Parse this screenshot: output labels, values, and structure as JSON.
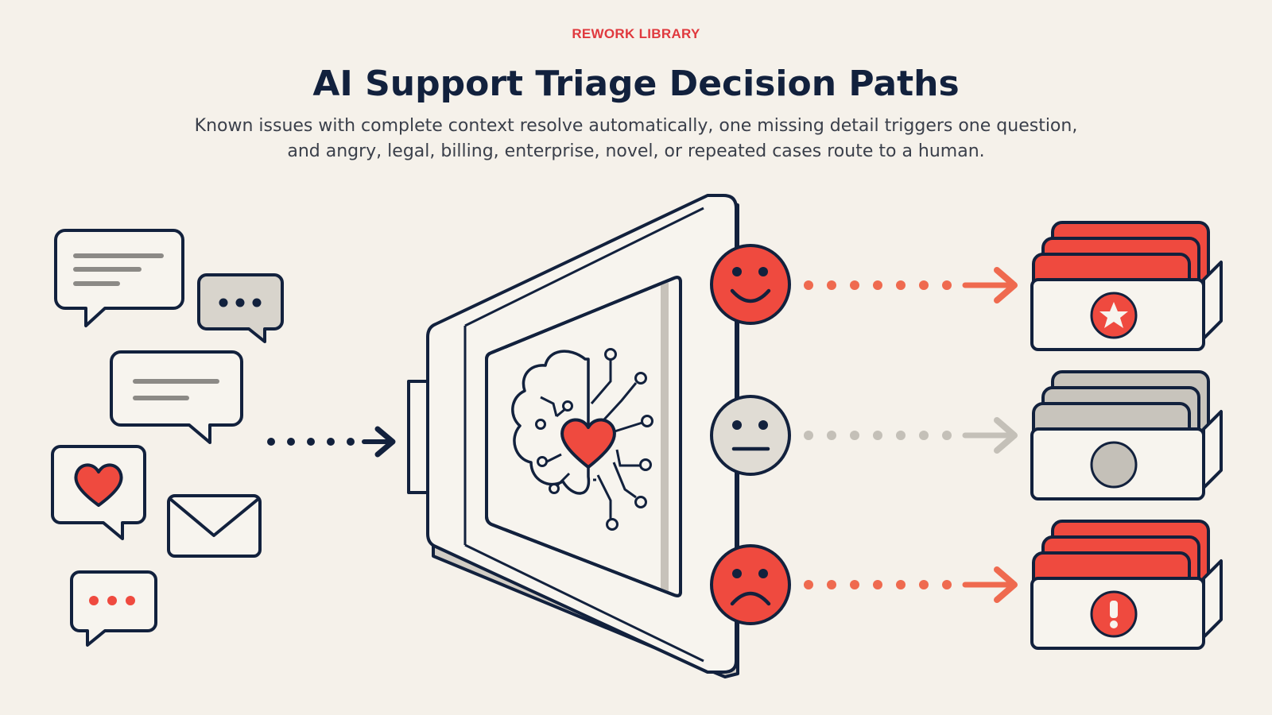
{
  "header": {
    "kicker": "REWORK LIBRARY",
    "title": "AI Support Triage Decision Paths",
    "subtitle_line1": "Known issues with complete context resolve automatically, one missing detail triggers one question,",
    "subtitle_line2": "and angry, legal, billing, enterprise, novel, or repeated cases route to a human."
  },
  "colors": {
    "ink": "#12213d",
    "accent": "#ef4a3f",
    "neutral": "#b8b4ac",
    "background": "#f5f1ea"
  },
  "inputs": {
    "icons": [
      "message-bubble-icon",
      "typing-bubble-icon",
      "message-bubble-icon",
      "heart-bubble-icon",
      "envelope-icon",
      "typing-bubble-icon"
    ]
  },
  "engine": {
    "icon": "ai-brain-heart-icon"
  },
  "paths": [
    {
      "name": "happy",
      "face_icon": "smiley-face-icon",
      "tray_icon": "star-badge-icon",
      "color": "#ef4a3f"
    },
    {
      "name": "neutral",
      "face_icon": "neutral-face-icon",
      "tray_icon": "grey-circle-icon",
      "color": "#b8b4ac"
    },
    {
      "name": "sad",
      "face_icon": "sad-face-icon",
      "tray_icon": "exclamation-badge-icon",
      "color": "#ef4a3f"
    }
  ]
}
